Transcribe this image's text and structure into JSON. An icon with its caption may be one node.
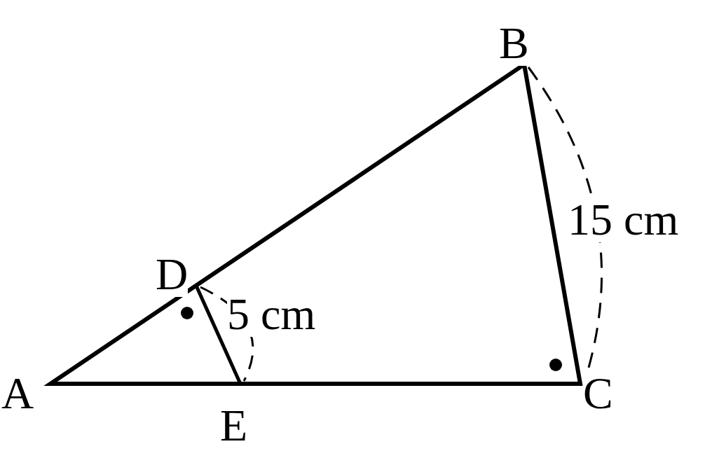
{
  "diagram": {
    "labels": [
      "B",
      "15 cm",
      "D",
      "5 cm",
      "A",
      "C",
      "E"
    ]
  }
}
